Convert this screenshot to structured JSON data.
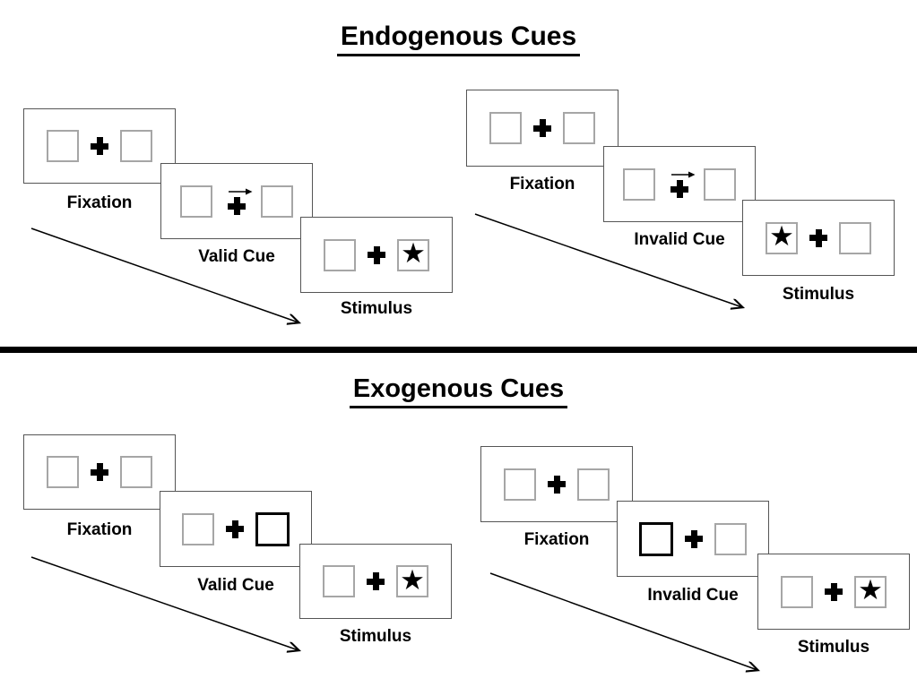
{
  "diagram": {
    "kind": "Posner spatial cueing paradigm, trial sequences",
    "sections": [
      {
        "title": "Endogenous Cues",
        "sequences": [
          {
            "name": "valid-trial",
            "steps": [
              {
                "label": "Fixation",
                "left_box": "empty",
                "center": "fixation-cross",
                "right_box": "empty"
              },
              {
                "label": "Valid Cue",
                "left_box": "empty",
                "center": "fixation-cross with right-pointing arrow above",
                "right_box": "empty"
              },
              {
                "label": "Stimulus",
                "left_box": "empty",
                "center": "fixation-cross",
                "right_box": "star"
              }
            ]
          },
          {
            "name": "invalid-trial",
            "steps": [
              {
                "label": "Fixation",
                "left_box": "empty",
                "center": "fixation-cross",
                "right_box": "empty"
              },
              {
                "label": "Invalid Cue",
                "left_box": "empty",
                "center": "fixation-cross with right-pointing arrow above",
                "right_box": "empty"
              },
              {
                "label": "Stimulus",
                "left_box": "star",
                "center": "fixation-cross",
                "right_box": "empty"
              }
            ]
          }
        ]
      },
      {
        "title": "Exogenous Cues",
        "sequences": [
          {
            "name": "valid-trial",
            "steps": [
              {
                "label": "Fixation",
                "left_box": "empty",
                "center": "fixation-cross",
                "right_box": "empty"
              },
              {
                "label": "Valid Cue",
                "left_box": "empty",
                "center": "fixation-cross",
                "right_box": "highlighted-bold-outline"
              },
              {
                "label": "Stimulus",
                "left_box": "empty",
                "center": "fixation-cross",
                "right_box": "star"
              }
            ]
          },
          {
            "name": "invalid-trial",
            "steps": [
              {
                "label": "Fixation",
                "left_box": "empty",
                "center": "fixation-cross",
                "right_box": "empty"
              },
              {
                "label": "Invalid Cue",
                "left_box": "highlighted-bold-outline",
                "center": "fixation-cross",
                "right_box": "empty"
              },
              {
                "label": "Stimulus",
                "left_box": "empty",
                "center": "fixation-cross",
                "right_box": "star"
              }
            ]
          }
        ]
      }
    ]
  },
  "icons": {
    "star": "★",
    "cue_arrow": "right-arrow",
    "sequence_arrow": "diagonal-down-right-arrow"
  },
  "colors": {
    "ink": "#000000",
    "panel_border": "#555555",
    "box_border": "#a6a6a6",
    "bg": "#ffffff"
  }
}
